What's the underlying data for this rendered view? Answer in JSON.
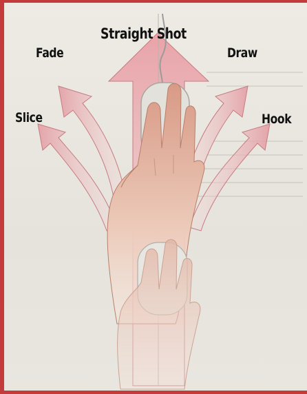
{
  "labels": {
    "straight": "Straight Shot",
    "fade": "Fade",
    "draw": "Draw",
    "slice": "Slice",
    "hook": "Hook"
  },
  "colors": {
    "arrow_fill": "#e9a9ae",
    "arrow_edge": "#c8737a",
    "frame": "#c43b3b",
    "skin": "#e5b9a4"
  }
}
